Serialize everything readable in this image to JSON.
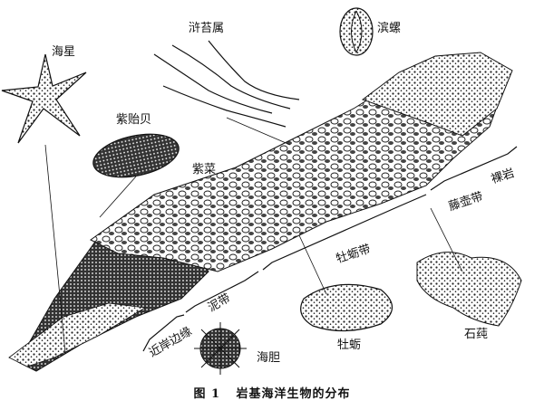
{
  "labels": {
    "starfish": "海星",
    "kelp": "浒苔属",
    "periwinkle": "滨螺",
    "mussel": "紫贻贝",
    "laver": "紫菜",
    "barnacle_zone": "藤壶带",
    "bare_rock": "裸岩",
    "oyster_zone": "牡蛎带",
    "mud_zone": "泥带",
    "offshore_edge": "近岸边缘",
    "sea_urchin": "海胆",
    "oyster": "牡蛎",
    "lichen": "石莼"
  },
  "caption": {
    "number": "图 1",
    "title": "岩基海洋生物的分布"
  },
  "colors": {
    "ink": "#111111",
    "paper": "#ffffff"
  }
}
